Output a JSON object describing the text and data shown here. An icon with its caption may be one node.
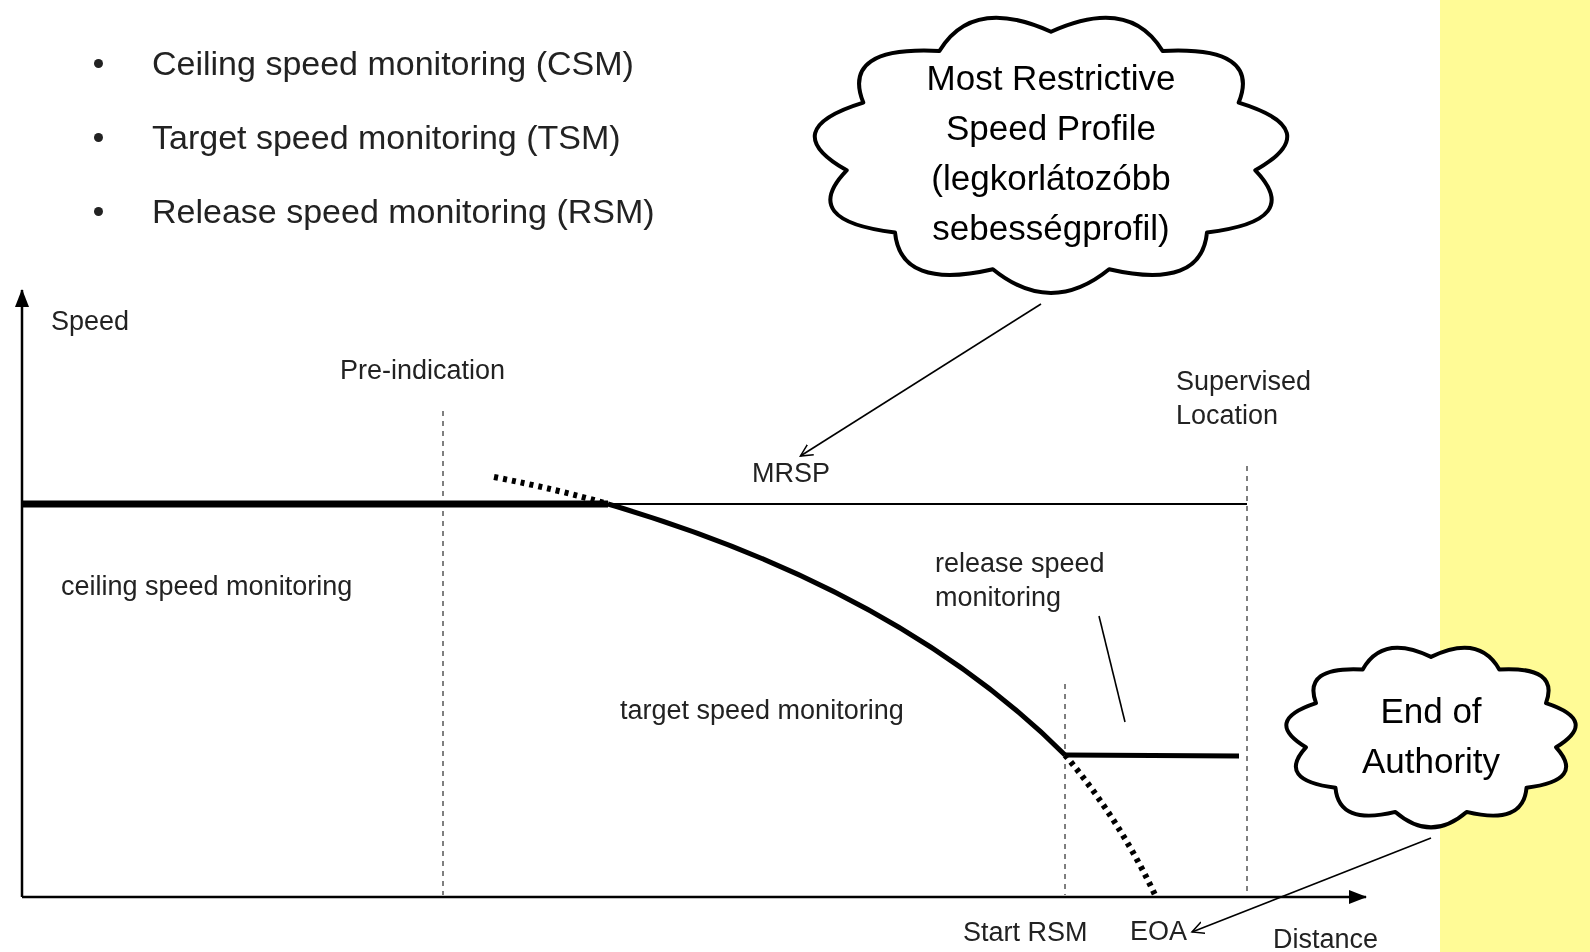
{
  "diagram": {
    "nodes": [
      {
        "text": [
          "Most Restrictive Speed Profile (legkorlátozóbb sebességprofil)"
        ]
      },
      {
        "text": [
          "MRSP"
        ]
      },
      {
        "text": [
          "release speed monitoring"
        ]
      },
      {
        "text": [
          "End of Authority"
        ]
      },
      {
        "text": [
          "EOA"
        ]
      }
    ],
    "edges": [
      {
        "from": 0,
        "to": 1,
        "arrow": "to"
      },
      {
        "from": 2,
        "to": null,
        "arrow": "none"
      },
      {
        "from": 3,
        "to": 4,
        "arrow": "to"
      }
    ],
    "labels": [
      "Ceiling speed monitoring (CSM)",
      "Target speed monitoring (TSM)",
      "Release speed monitoring (RSM)",
      "Speed",
      "Pre-indication",
      "Supervised Location",
      "ceiling speed monitoring",
      "target speed monitoring",
      "Start RSM",
      "Distance"
    ]
  }
}
